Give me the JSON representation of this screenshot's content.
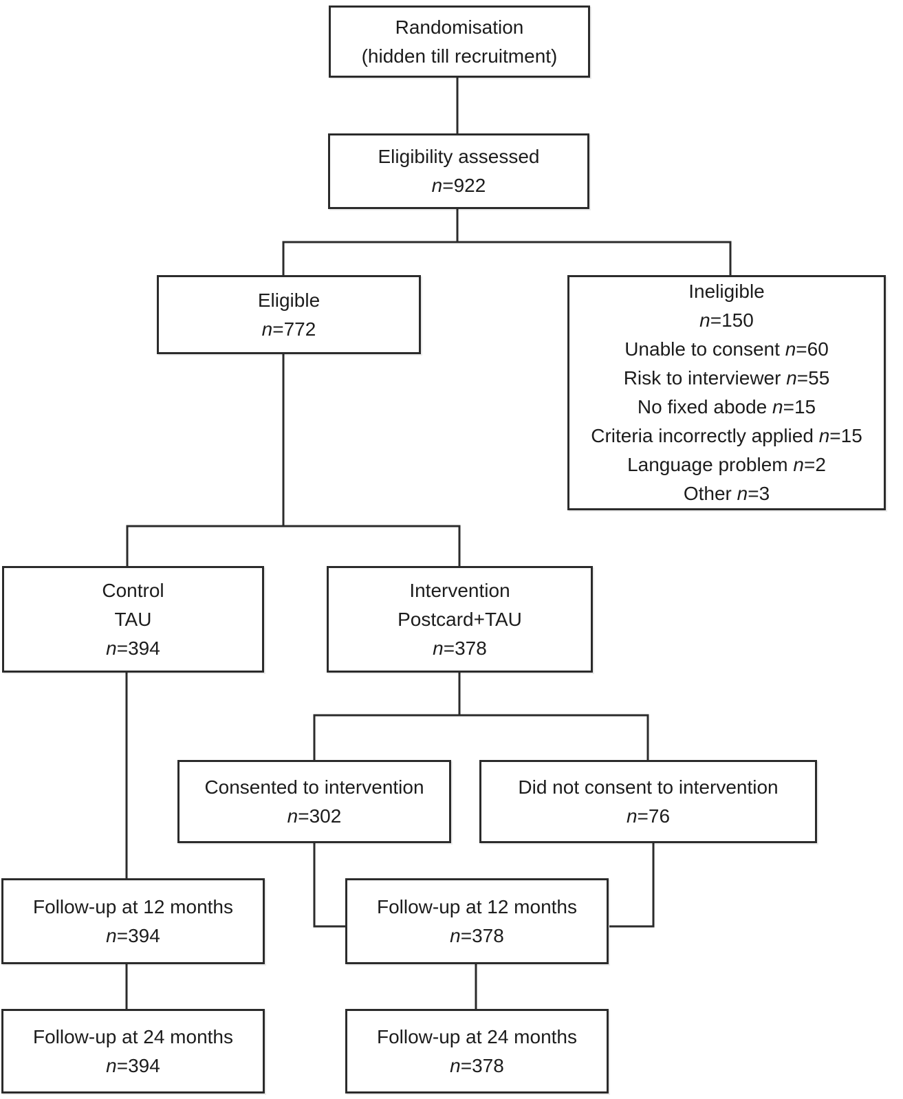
{
  "colors": {
    "background": "#ffffff",
    "line": "#2b2b2b",
    "text": "#1c1c1c"
  },
  "boxes": {
    "randomisation": {
      "lines": [
        "Randomisation",
        "(hidden till recruitment)"
      ]
    },
    "eligibility_assessed": {
      "lines": [
        "Eligibility assessed",
        "n=922"
      ]
    },
    "eligible": {
      "lines": [
        "Eligible",
        "n=772"
      ]
    },
    "ineligible": {
      "lines": [
        "Ineligible",
        "n=150",
        "Unable to consent n=60",
        "Risk to interviewer n=55",
        "No fixed abode n=15",
        "Criteria incorrectly applied n=15",
        "Language problem n=2",
        "Other n=3"
      ]
    },
    "control": {
      "lines": [
        "Control",
        "TAU",
        "n=394"
      ]
    },
    "intervention": {
      "lines": [
        "Intervention",
        "Postcard+TAU",
        "n=378"
      ]
    },
    "consented": {
      "lines": [
        "Consented to intervention",
        "n=302"
      ]
    },
    "did_not_consent": {
      "lines": [
        "Did not consent to intervention",
        "n=76"
      ]
    },
    "followup12_control": {
      "lines": [
        "Follow-up at 12 months",
        "n=394"
      ]
    },
    "followup12_intervention": {
      "lines": [
        "Follow-up at 12 months",
        "n=378"
      ]
    },
    "followup24_control": {
      "lines": [
        "Follow-up at 24 months",
        "n=394"
      ]
    },
    "followup24_intervention": {
      "lines": [
        "Follow-up at 24 months",
        "n=378"
      ]
    }
  },
  "edges": [
    [
      "randomisation",
      "eligibility_assessed"
    ],
    [
      "eligibility_assessed",
      "eligible"
    ],
    [
      "eligibility_assessed",
      "ineligible"
    ],
    [
      "eligible",
      "control"
    ],
    [
      "eligible",
      "intervention"
    ],
    [
      "intervention",
      "consented"
    ],
    [
      "intervention",
      "did_not_consent"
    ],
    [
      "consented",
      "followup12_intervention"
    ],
    [
      "did_not_consent",
      "followup12_intervention"
    ],
    [
      "control",
      "followup12_control"
    ],
    [
      "followup12_control",
      "followup24_control"
    ],
    [
      "followup12_intervention",
      "followup24_intervention"
    ]
  ]
}
